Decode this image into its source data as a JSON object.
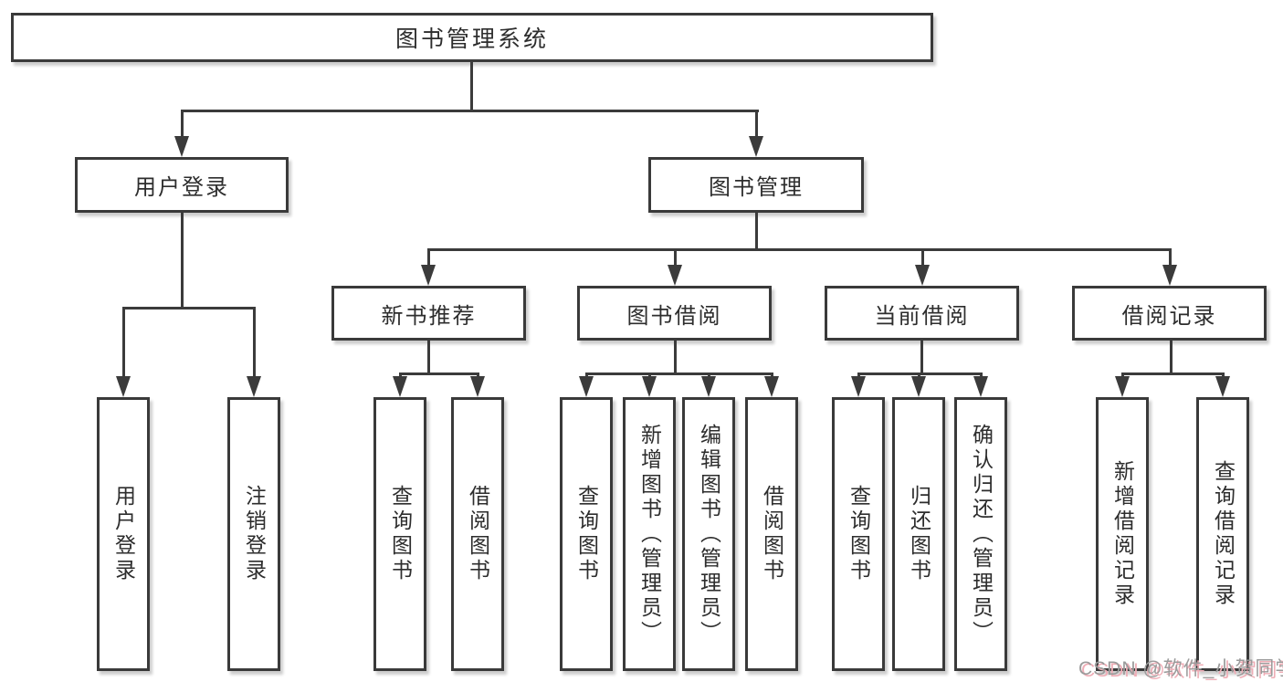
{
  "diagram": {
    "root": {
      "label": "图书管理系统"
    },
    "branches": [
      {
        "label": "用户登录",
        "children": [
          {
            "label": "用户登录"
          },
          {
            "label": "注销登录"
          }
        ]
      },
      {
        "label": "图书管理",
        "children": [
          {
            "label": "新书推荐",
            "children": [
              {
                "label": "查询图书"
              },
              {
                "label": "借阅图书"
              }
            ]
          },
          {
            "label": "图书借阅",
            "children": [
              {
                "label": "查询图书"
              },
              {
                "label": "新增图书（管理员）"
              },
              {
                "label": "编辑图书（管理员）"
              },
              {
                "label": "借阅图书"
              }
            ]
          },
          {
            "label": "当前借阅",
            "children": [
              {
                "label": "查询图书"
              },
              {
                "label": "归还图书"
              },
              {
                "label": "确认归还（管理员）"
              }
            ]
          },
          {
            "label": "借阅记录",
            "children": [
              {
                "label": "新增借阅记录"
              },
              {
                "label": "查询借阅记录"
              }
            ]
          }
        ]
      }
    ]
  },
  "watermark": {
    "text": "CSDN @软件_小贺同学"
  },
  "colors": {
    "line": "#3b3b3b",
    "border": "#3a3a3a",
    "text": "#2d2d2d",
    "watermark_gray": "#9b9b9b",
    "watermark_pink": "#efadb6",
    "background": "#ffffff"
  }
}
